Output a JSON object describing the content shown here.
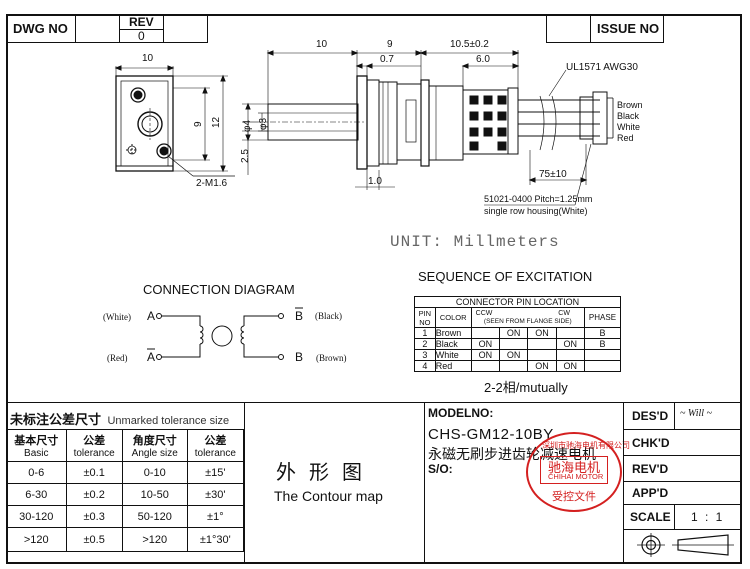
{
  "title_block": {
    "dwg_no_label": "DWG NO",
    "rev_label": "REV",
    "rev_value": "0",
    "issue_no_label": "ISSUE NO"
  },
  "front_view": {
    "dim_width": "10",
    "dim_height_12": "12",
    "dim_height_9": "9",
    "thread_note": "2-M1.6"
  },
  "side_view": {
    "dim_10": "10",
    "dim_9": "9",
    "dim_10_5": "10.5±0.2",
    "dim_0_7": "0.7",
    "dim_6_0": "6.0",
    "dim_phi4": "φ4",
    "dim_phi3": "φ3",
    "dim_2_5": "2.5",
    "dim_1_0": "1.0",
    "dim_75": "75±10",
    "wire_spec": "UL1571 AWG30",
    "wire_colors": [
      "Brown",
      "Black",
      "White",
      "Red"
    ],
    "housing_line1": "51021-0400 Pitch=1.25mm",
    "housing_line2": "single row housing(White)"
  },
  "unit_text": "UNIT: Millmeters",
  "connection": {
    "title": "CONNECTION  DIAGRAM",
    "white_label": "(White)",
    "red_label": "(Red)",
    "black_label": "(Black)",
    "brown_label": "(Brown)",
    "a_label": "A",
    "a_bar_label": "A",
    "b_label": "B",
    "b_bar_label": "B"
  },
  "sequence": {
    "title": "SEQUENCE  OF  EXCITATION",
    "header_connector": "CONNECTOR  PIN  LOCATION",
    "col_pin": "PIN NO",
    "col_color": "COLOR",
    "ccw_line1": "CCW",
    "ccw_line2": "(SEEN  FROM FLANGE  SIDE)",
    "cw_line1": "CW",
    "col_phase": "PHASE",
    "rows": [
      {
        "pin": "1",
        "color": "Brown",
        "c1": "",
        "c2": "ON",
        "c3": "ON",
        "c4": "",
        "phase": "B"
      },
      {
        "pin": "2",
        "color": "Black",
        "c1": "ON",
        "c2": "",
        "c3": "",
        "c4": "ON",
        "phase": "B"
      },
      {
        "pin": "3",
        "color": "White",
        "c1": "ON",
        "c2": "ON",
        "c3": "",
        "c4": "",
        "phase": ""
      },
      {
        "pin": "4",
        "color": "Red",
        "c1": "",
        "c2": "",
        "c3": "ON",
        "c4": "ON",
        "phase": ""
      }
    ],
    "footer": "2-2相/mutually"
  },
  "tolerance": {
    "heading_cn": "未标注公差尺寸",
    "heading_en": "Unmarked tolerance size",
    "headers": [
      {
        "cn": "基本尺寸",
        "en": "Basic"
      },
      {
        "cn": "公差",
        "en": "tolerance"
      },
      {
        "cn": "角度尺寸",
        "en": "Angle size"
      },
      {
        "cn": "公差",
        "en": "tolerance"
      }
    ],
    "rows": [
      [
        "0-6",
        "±0.1",
        "0-10",
        "±15'"
      ],
      [
        "6-30",
        "±0.2",
        "10-50",
        "±30'"
      ],
      [
        "30-120",
        "±0.3",
        "50-120",
        "±1°"
      ],
      [
        ">120",
        "±0.5",
        ">120",
        "±1°30'"
      ]
    ]
  },
  "contour": {
    "cn": "外 形 图",
    "en": "The Contour map"
  },
  "model": {
    "label": "MODELNO:",
    "value": "CHS-GM12-10BY",
    "desc_cn": "永磁无刷步进齿轮减速电机",
    "so_label": "S/O:"
  },
  "stamp": {
    "top_text": "深圳市驰海电机有限公司",
    "brand_cn": "驰海电机",
    "brand_en": "CHIHAI MOTOR",
    "bottom_text": "受控文件",
    "color": "#d42020"
  },
  "approvals": {
    "des_label": "DES'D",
    "des_sign": "~ Will ~",
    "chk_label": "CHK'D",
    "rev_label": "REV'D",
    "app_label": "APP'D",
    "scale_label": "SCALE",
    "scale_value": "1 : 1"
  }
}
